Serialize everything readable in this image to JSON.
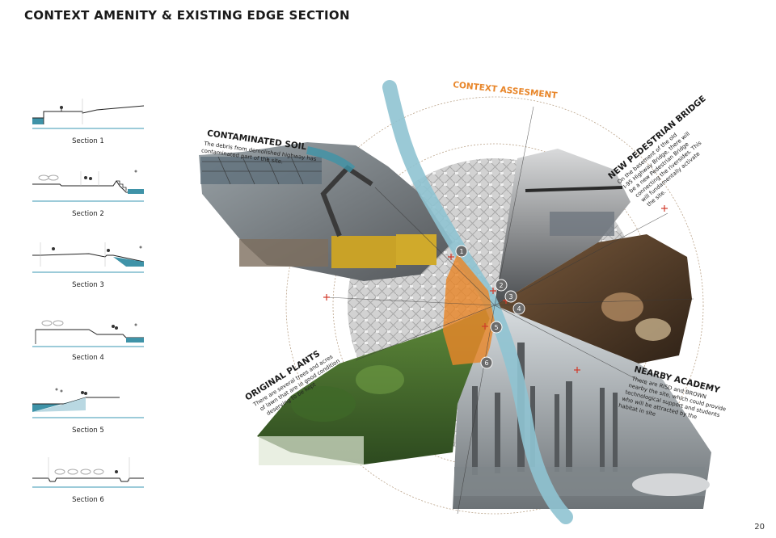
{
  "page": {
    "title": "CONTEXT AMENITY & EXISTING EDGE SECTION",
    "number": "20"
  },
  "sections": [
    {
      "label": "Section 1"
    },
    {
      "label": "Section 2"
    },
    {
      "label": "Section 3"
    },
    {
      "label": "Section 4"
    },
    {
      "label": "Section 5"
    },
    {
      "label": "Section 6"
    }
  ],
  "diagram": {
    "title": "CONTEXT ASSESMENT",
    "markers": [
      "1",
      "2",
      "3",
      "4",
      "5",
      "6"
    ],
    "annotations": {
      "contaminated_soil": {
        "heading": "CONTAMINATED SOIL",
        "body": [
          "The debris from demolished highway has",
          "contaminated part of the site."
        ]
      },
      "pedestrian_bridge": {
        "heading": "NEW PEDESTRIAN BRIDGE",
        "body": [
          "On the basement of the old",
          "I-95 Highway Bridge, there will",
          "be a new Pedestrian Bridge",
          "connecting the riversides. This",
          "will fundamentally activate",
          "the site."
        ]
      },
      "original_plants": {
        "heading": "ORIGINAL PLANTS",
        "body": [
          "There are several trees and acres",
          "of lawn that are in good condition",
          "deserving to be kept"
        ]
      },
      "nearby_academy": {
        "heading": "NEARBY ACADEMY",
        "body": [
          "There are RISD and BROWN",
          "nearby the site, which could provide",
          "technological support and students",
          "who will be attracted by the",
          "habitat in site"
        ]
      }
    }
  },
  "colors": {
    "accent": "#e8862a",
    "river": "#8fc3d1",
    "water": "#3f93a8",
    "text": "#1a1a1a"
  }
}
